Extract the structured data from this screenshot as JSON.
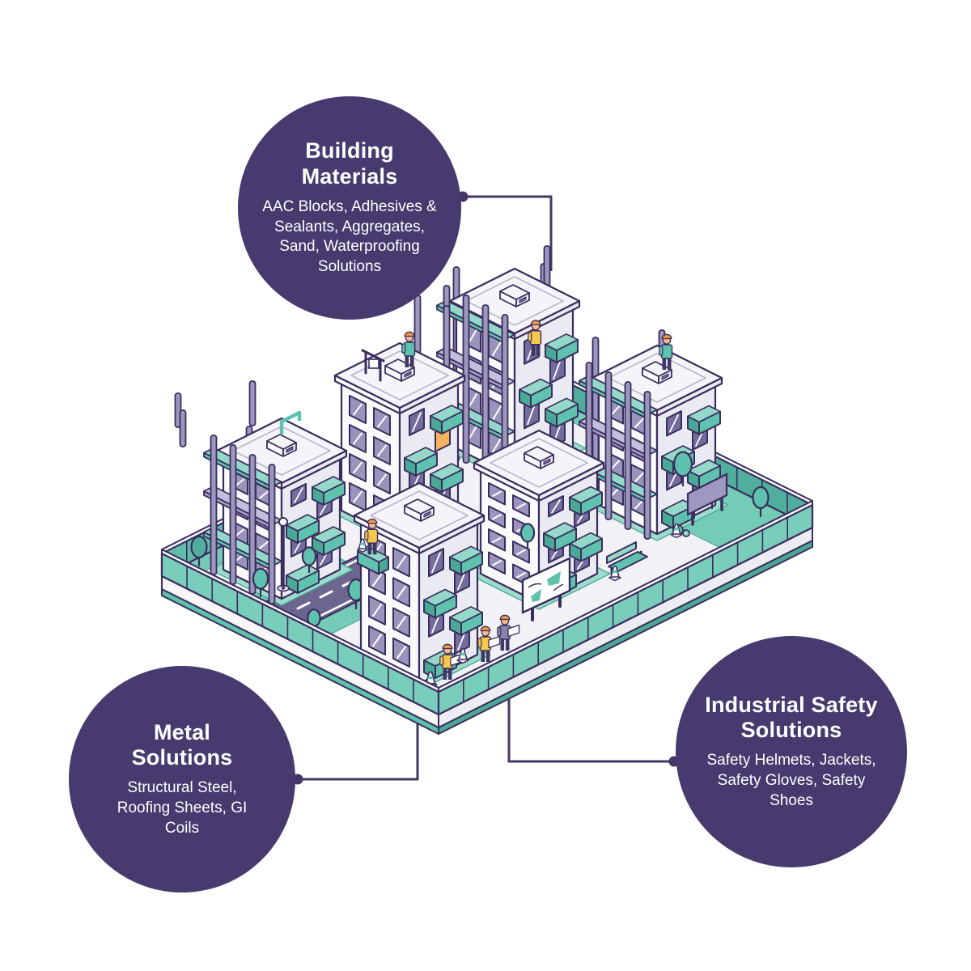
{
  "bubbles": {
    "building_materials": {
      "title": "Building Materials",
      "items": "AAC Blocks, Adhesives & Sealants, Aggregates, Sand, Waterproofing Solutions"
    },
    "metal_solutions": {
      "title": "Metal Solutions",
      "items": "Structural Steel, Roofing Sheets, GI Coils"
    },
    "industrial_safety_solutions": {
      "title": "Industrial Safety Solutions",
      "items": "Safety Helmets, Jackets, Safety Gloves, Safety Shoes"
    }
  },
  "colors": {
    "background": "#ffffff",
    "bubble_fill": "#463a6e",
    "bubble_text": "#ffffff",
    "connector": "#443766",
    "outline": "#3b2d5e",
    "teal": "#5ec2ae",
    "teal_light": "#93d8c8",
    "teal_dark": "#48a995",
    "fence_outer": "#79cdbb",
    "fence_inner_a": "#5fbcaa",
    "fence_inner_b": "#4fae9c",
    "lawn": "#74cbb8",
    "apron": "#9ddccc",
    "wall_light": "#fafafc",
    "wall_shade": "#eaeaf2",
    "roof": "#f5f5f9",
    "roof_inset": "#b9b4cf",
    "glass": "#9a93bb",
    "glass_dark": "#746c9c",
    "road": "#6b6590",
    "ground": "#f2f2f6",
    "platform_side": "#f7f7fa",
    "pole": "#9d96bd",
    "plank_alt": "#a49dc4",
    "skin": "#f3b98f",
    "helmet": "#f2993f",
    "vest_yellow": "#f5c84d",
    "pants": "#3f3865",
    "board": "#9e97bf",
    "lit_window": "#f6b25c",
    "white": "#ffffff"
  },
  "illustration": {
    "scene": "isometric construction site with six apartment buildings",
    "elements": [
      "apartment-building",
      "scaffolding",
      "perimeter-fence",
      "road",
      "trees",
      "construction-workers",
      "traffic-cones",
      "site-map-billboard",
      "bench",
      "street-lamp",
      "rebar-columns",
      "rooftop-ac-unit"
    ]
  }
}
